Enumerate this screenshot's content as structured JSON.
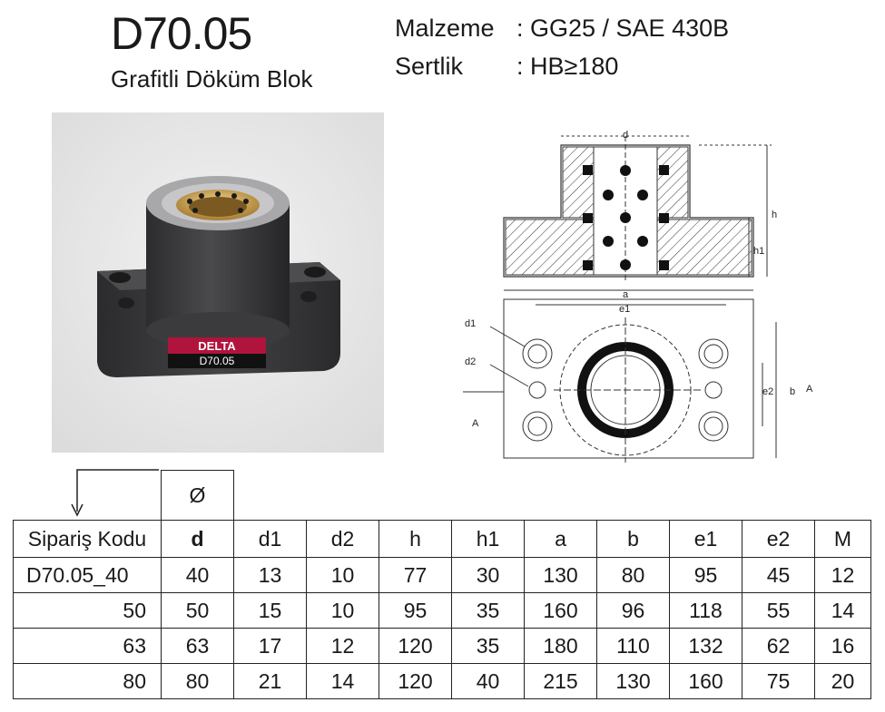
{
  "product": {
    "code": "D70.05",
    "name": "Grafitli Döküm Blok"
  },
  "specs": [
    {
      "label": "Malzeme",
      "value": ": GG25 / SAE 430B"
    },
    {
      "label": "Sertlik",
      "value": ": HB≥180"
    }
  ],
  "photo": {
    "brand": "DELTA",
    "label_code": "D70.05"
  },
  "drawing": {
    "labels": {
      "d": "d",
      "h": "h",
      "h1": "h1",
      "a": "a",
      "e1": "e1",
      "d1": "d1",
      "d2": "d2",
      "e2": "e2",
      "b": "b",
      "A_left": "A",
      "A_right": "A"
    }
  },
  "table": {
    "diameter_symbol": "Ø",
    "headers": [
      "Sipariş Kodu",
      "d",
      "d1",
      "d2",
      "h",
      "h1",
      "a",
      "b",
      "e1",
      "e2",
      "M"
    ],
    "rows": [
      [
        "D70.05_40",
        "40",
        "13",
        "10",
        "77",
        "30",
        "130",
        "80",
        "95",
        "45",
        "12"
      ],
      [
        "50",
        "50",
        "15",
        "10",
        "95",
        "35",
        "160",
        "96",
        "118",
        "55",
        "14"
      ],
      [
        "63",
        "63",
        "17",
        "12",
        "120",
        "35",
        "180",
        "110",
        "132",
        "62",
        "16"
      ],
      [
        "80",
        "80",
        "21",
        "14",
        "120",
        "40",
        "215",
        "130",
        "160",
        "75",
        "20"
      ]
    ]
  },
  "colors": {
    "label_red": "#b0143c",
    "body_dark": "#3a3a3c",
    "bronze": "#c9a255"
  }
}
